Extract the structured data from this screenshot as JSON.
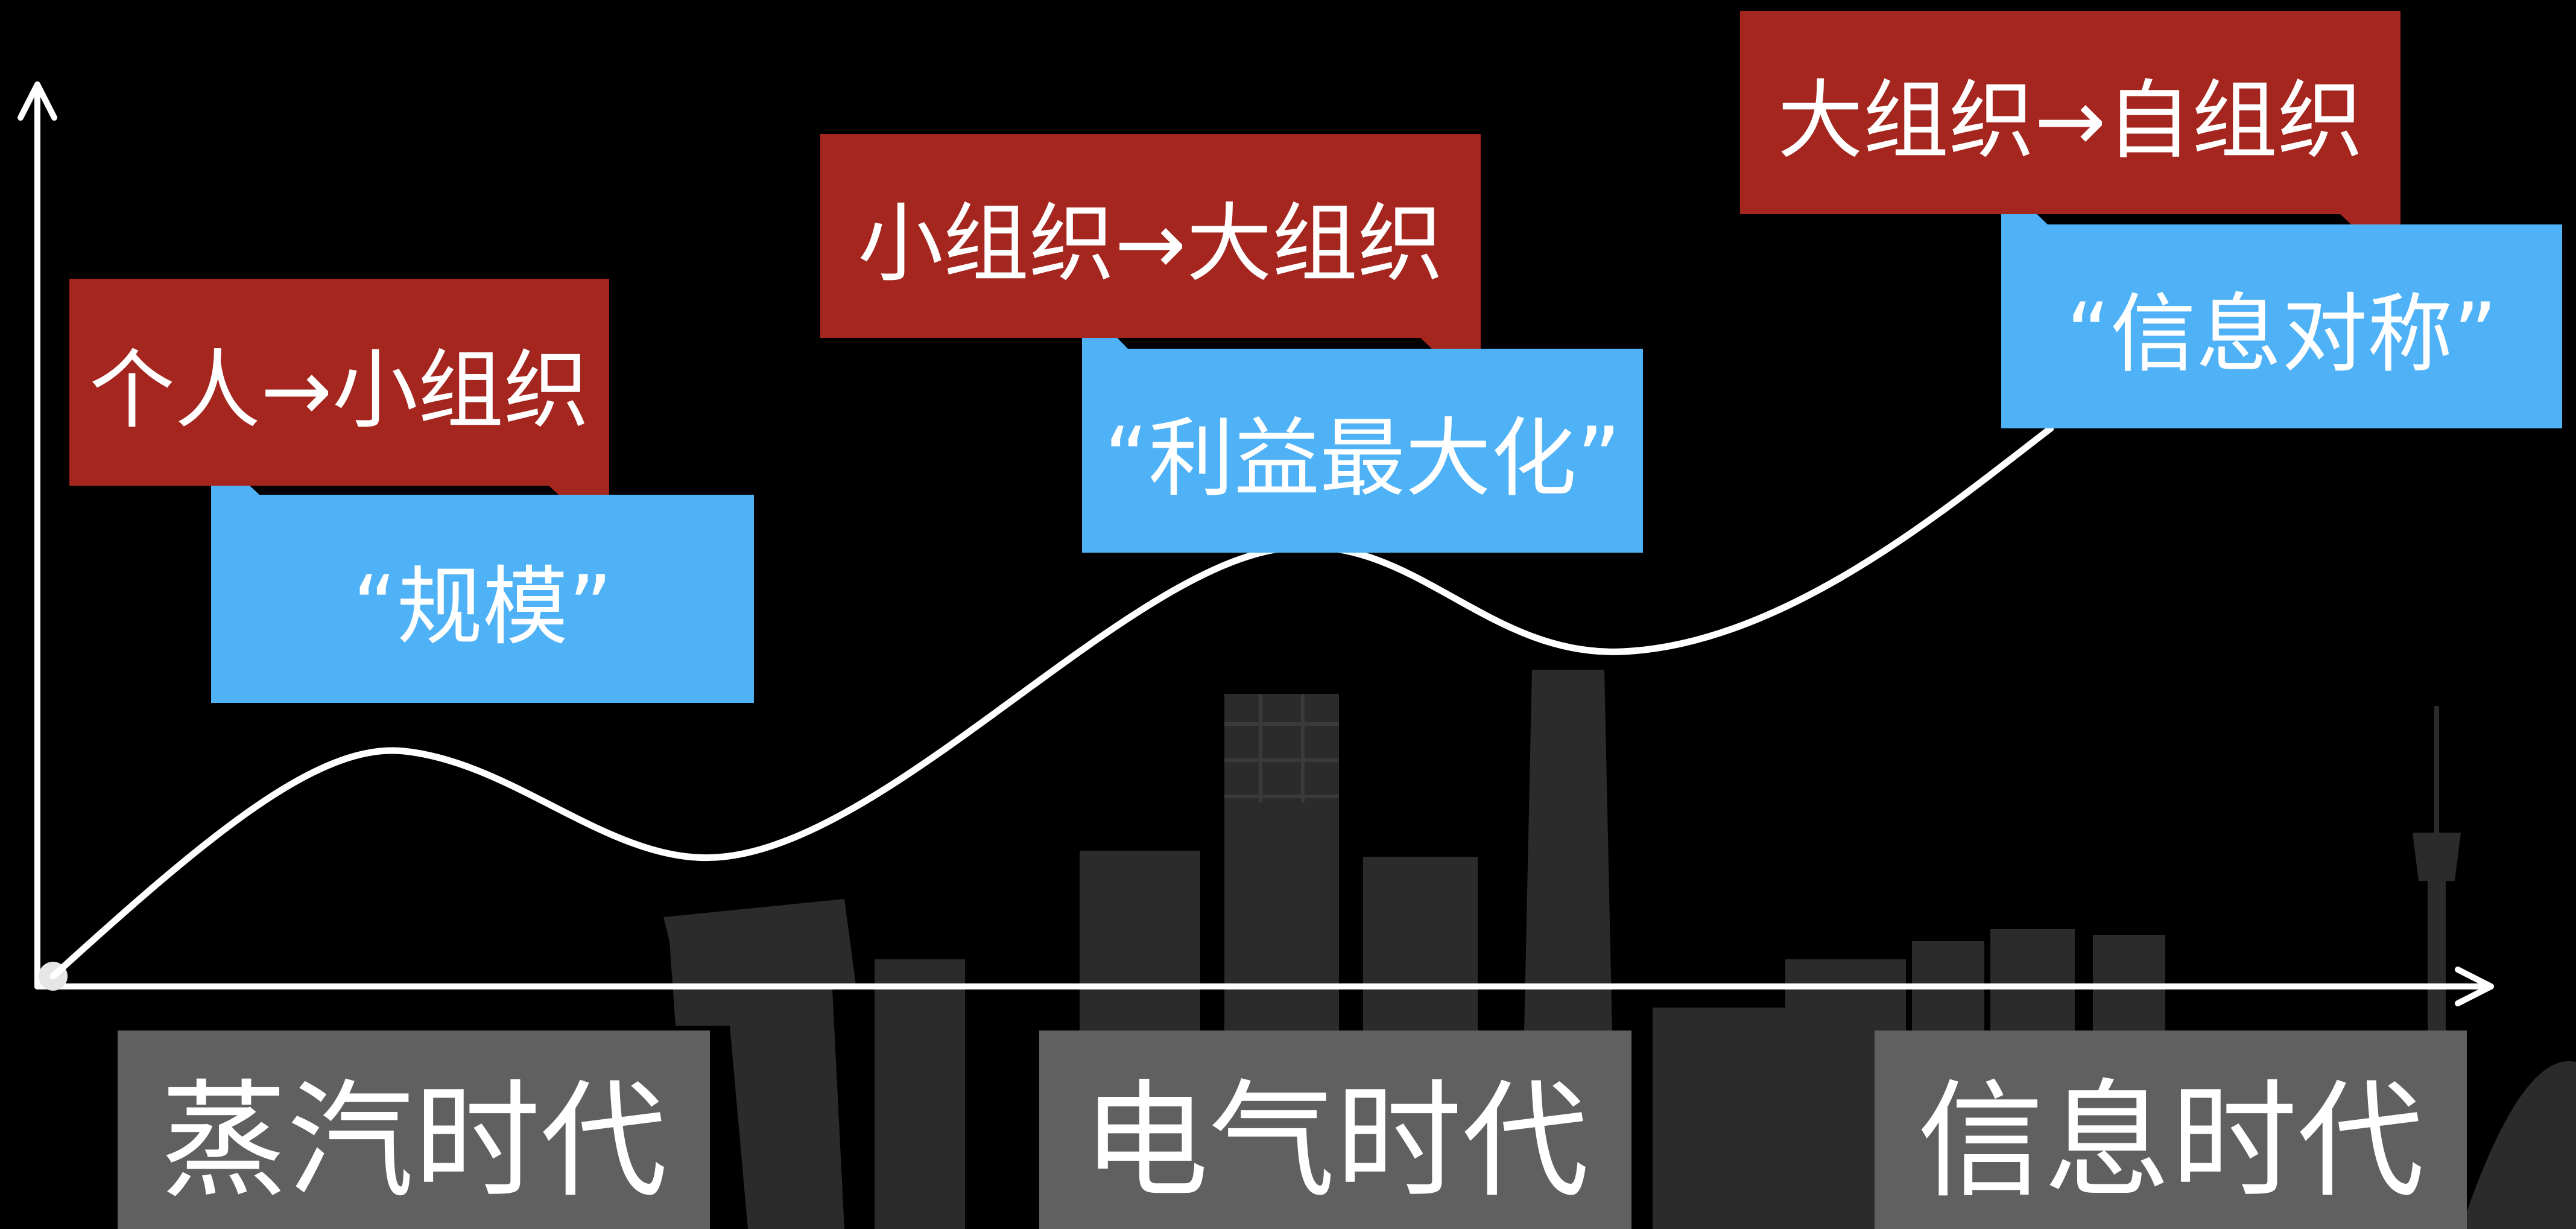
{
  "colors": {
    "background": "#000000",
    "red_label": "#a5261f",
    "blue_label": "#4fb2f7",
    "era_box": "#606060",
    "curve": "#ffffff",
    "skyline": "#2b2b2b"
  },
  "stages": [
    {
      "transition": "个人→小组织",
      "keyword": "“规模”"
    },
    {
      "transition": "小组织→大组织",
      "keyword": "“利益最大化”"
    },
    {
      "transition": "大组织→自组织",
      "keyword": "“信息对称”"
    }
  ],
  "eras": [
    "蒸汽时代",
    "电气时代",
    "信息时代"
  ]
}
